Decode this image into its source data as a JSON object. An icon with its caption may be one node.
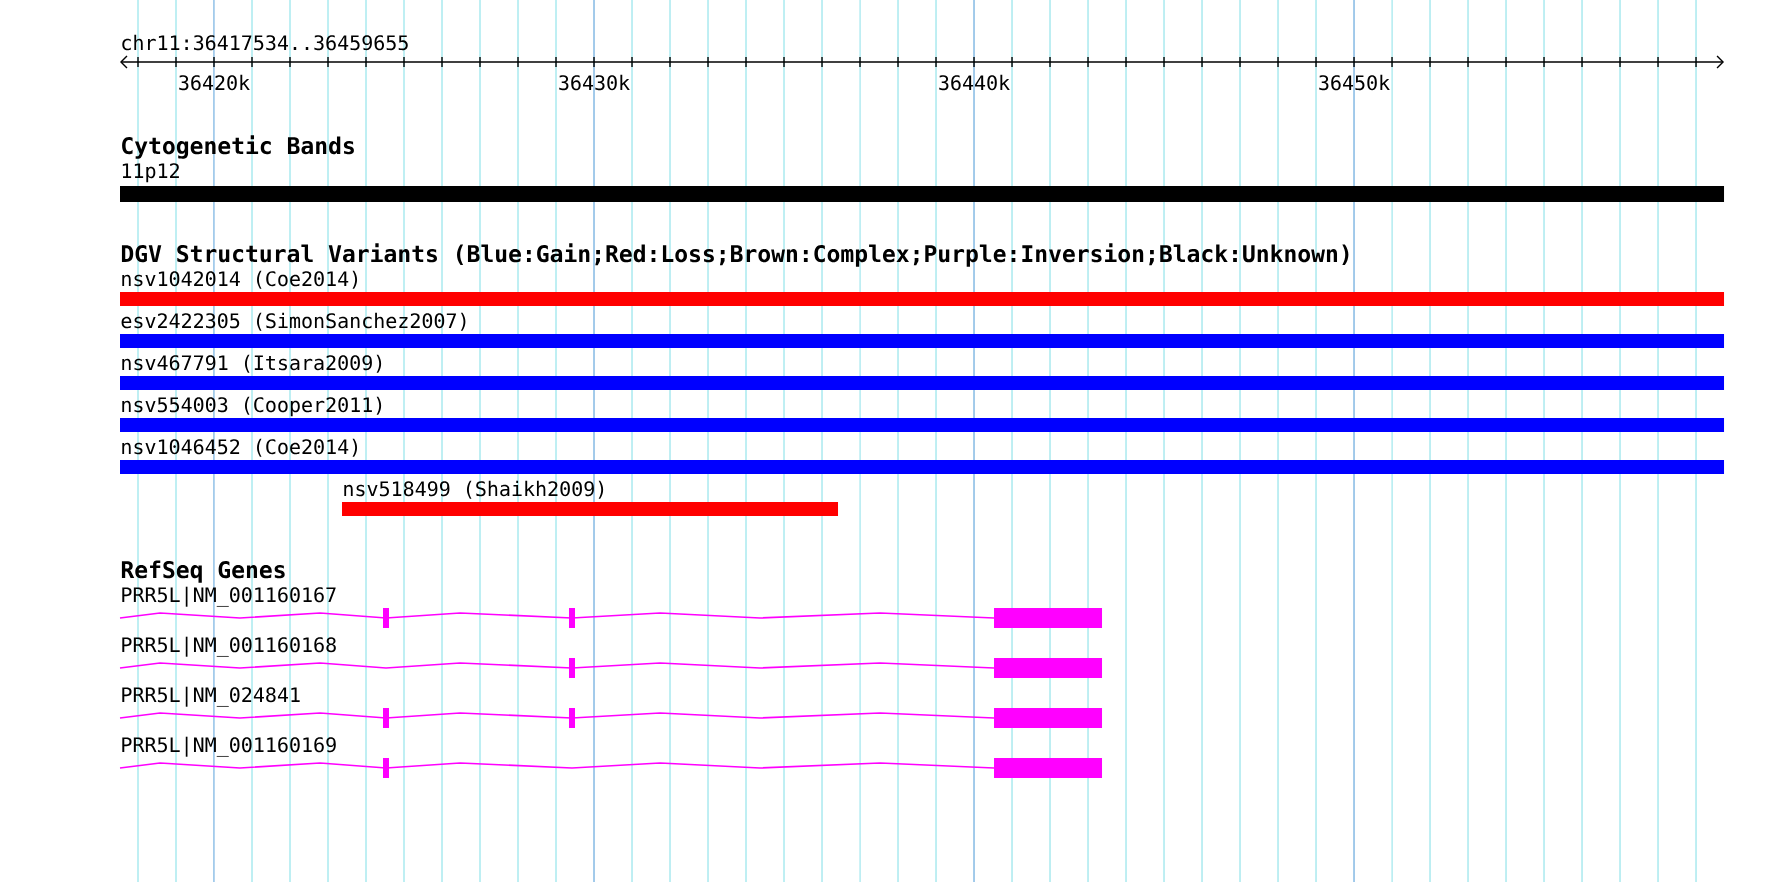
{
  "diagram": {
    "nodes": [
      {
        "text": [
          "11p12"
        ]
      },
      {
        "text": [
          "nsv1042014 (Coe2014)"
        ]
      },
      {
        "text": [
          "esv2422305 (SimonSanchez2007)"
        ]
      },
      {
        "text": [
          "nsv467791 (Itsara2009)"
        ]
      },
      {
        "text": [
          "nsv554003 (Cooper2011)"
        ]
      },
      {
        "text": [
          "nsv1046452 (Coe2014)"
        ]
      },
      {
        "text": [
          "nsv518499 (Shaikh2009)"
        ]
      },
      {
        "text": [
          "PRR5L|NM_001160167"
        ]
      },
      {
        "text": [
          "PRR5L|NM_001160168"
        ]
      },
      {
        "text": [
          "PRR5L|NM_024841"
        ]
      },
      {
        "text": [
          "PRR5L|NM_001160169"
        ]
      }
    ],
    "labels": [
      "chr11:36417534..36459655",
      "36420k",
      "36430k",
      "36440k",
      "36450k",
      "Cytogenetic Bands",
      "DGV Structural Variants (Blue:Gain;Red:Loss;Brown:Complex;Purple:Inversion;Black:Unknown)",
      "RefSeq Genes"
    ]
  }
}
